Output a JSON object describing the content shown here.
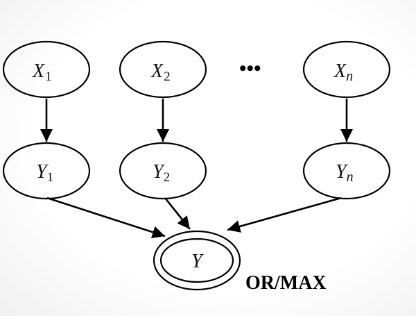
{
  "diagram": {
    "type": "bayesian-network",
    "nodes": [
      {
        "id": "X1",
        "base": "X",
        "sub": "1",
        "sub_italic": false
      },
      {
        "id": "X2",
        "base": "X",
        "sub": "2",
        "sub_italic": false
      },
      {
        "id": "Xn",
        "base": "X",
        "sub": "n",
        "sub_italic": true
      },
      {
        "id": "Y1",
        "base": "Y",
        "sub": "1",
        "sub_italic": false
      },
      {
        "id": "Y2",
        "base": "Y",
        "sub": "2",
        "sub_italic": false
      },
      {
        "id": "Yn",
        "base": "Y",
        "sub": "n",
        "sub_italic": true
      },
      {
        "id": "Y",
        "base": "Y",
        "sub": "",
        "sub_italic": false,
        "double_border": true
      }
    ],
    "edges": [
      {
        "from": "X1",
        "to": "Y1"
      },
      {
        "from": "X2",
        "to": "Y2"
      },
      {
        "from": "Xn",
        "to": "Yn"
      },
      {
        "from": "Y1",
        "to": "Y"
      },
      {
        "from": "Y2",
        "to": "Y"
      },
      {
        "from": "Yn",
        "to": "Y"
      }
    ],
    "ellipsis": "•••",
    "annotation": "OR/MAX"
  }
}
